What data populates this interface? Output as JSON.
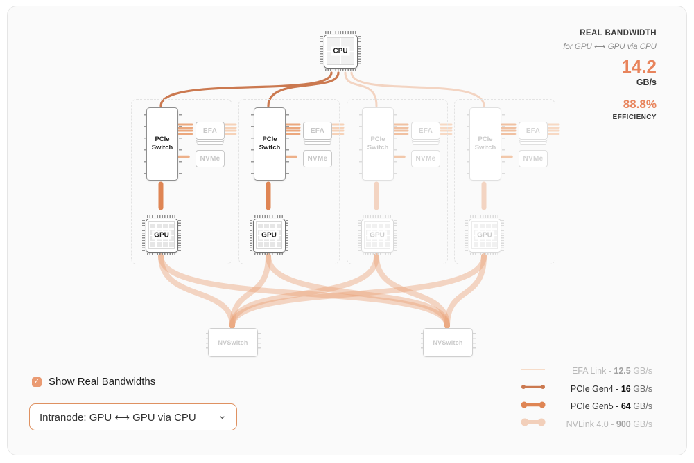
{
  "stats_panel": {
    "title": "REAL BANDWIDTH",
    "subtitle": "for GPU ⟷ GPU via CPU",
    "bandwidth_value": "14.2",
    "bandwidth_unit": "GB/s",
    "efficiency_value": "88.8%",
    "efficiency_label": "EFFICIENCY"
  },
  "nodes": {
    "cpu": "CPU",
    "pcie_switch": "PCIe Switch",
    "efa": "EFA",
    "nvme": "NVMe",
    "gpu": "GPU",
    "nvswitch": "NVSwitch"
  },
  "diagram": {
    "groups": [
      {
        "id": 1,
        "state": "active"
      },
      {
        "id": 2,
        "state": "active"
      },
      {
        "id": 3,
        "state": "inactive"
      },
      {
        "id": 4,
        "state": "inactive"
      }
    ],
    "highlighted_path": "GPU ⟷ GPU via CPU",
    "nvswitch_count": 2
  },
  "legend": {
    "items": [
      {
        "label": "EFA Link - ",
        "value": "12.5",
        "unit": " GB/s",
        "state": "inactive"
      },
      {
        "label": "PCIe Gen4 - ",
        "value": "16",
        "unit": " GB/s",
        "state": "active"
      },
      {
        "label": "PCIe Gen5 - ",
        "value": "64",
        "unit": " GB/s",
        "state": "active"
      },
      {
        "label": "NVLink 4.0 - ",
        "value": "900",
        "unit": " GB/s",
        "state": "inactive"
      }
    ]
  },
  "controls": {
    "checkbox_label": "Show Real Bandwidths",
    "checkbox_checked": true,
    "select_value": "Intranode: GPU ⟷ GPU via CPU"
  },
  "icons": {
    "checkbox_check": "✓",
    "chevron_down": "⌄"
  },
  "colors": {
    "accent_orange": "#e8845c",
    "pcie_gen4": "#cb7950",
    "pcie_gen5": "#df8554",
    "nvlink": "#f2cfba",
    "efa_link": "#f6dcc9",
    "checkbox_fill": "#ea9a72",
    "select_border": "#df9161",
    "card_bg": "#fafafa"
  }
}
